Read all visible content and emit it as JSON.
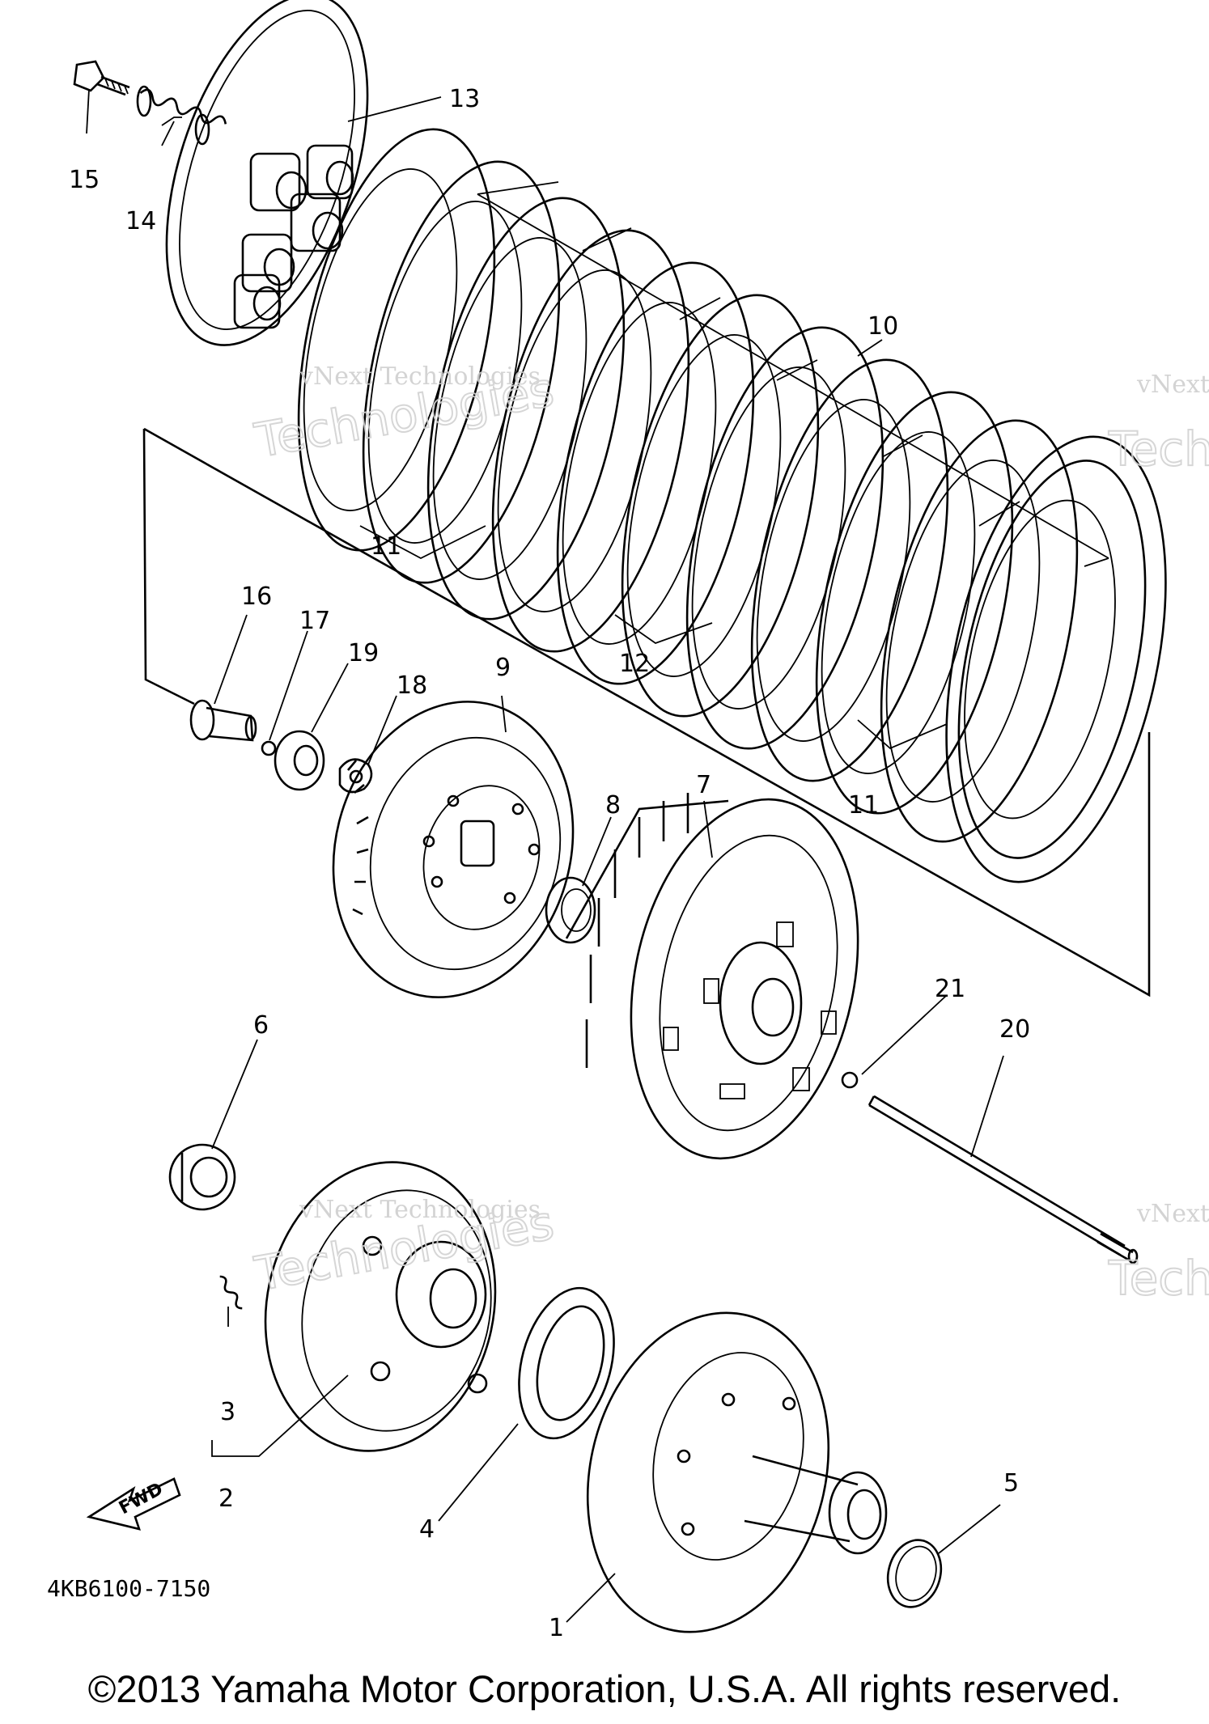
{
  "watermark": {
    "line1": "vNext Technologies",
    "line2": "Technologies",
    "edge": "vNext",
    "edge2": "Tech"
  },
  "diagram_code": "4KB6100-7150",
  "fwd_label": "FWD",
  "copyright": "©2013 Yamaha Motor Corporation, U.S.A. All rights reserved.",
  "callouts": {
    "c1": "1",
    "c2": "2",
    "c3": "3",
    "c4": "4",
    "c5": "5",
    "c6": "6",
    "c7": "7",
    "c8": "8",
    "c9": "9",
    "c10": "10",
    "c11a": "11",
    "c11b": "11",
    "c12": "12",
    "c13": "13",
    "c14": "14",
    "c15": "15",
    "c16": "16",
    "c17": "17",
    "c18": "18",
    "c19": "19",
    "c20": "20",
    "c21": "21"
  }
}
